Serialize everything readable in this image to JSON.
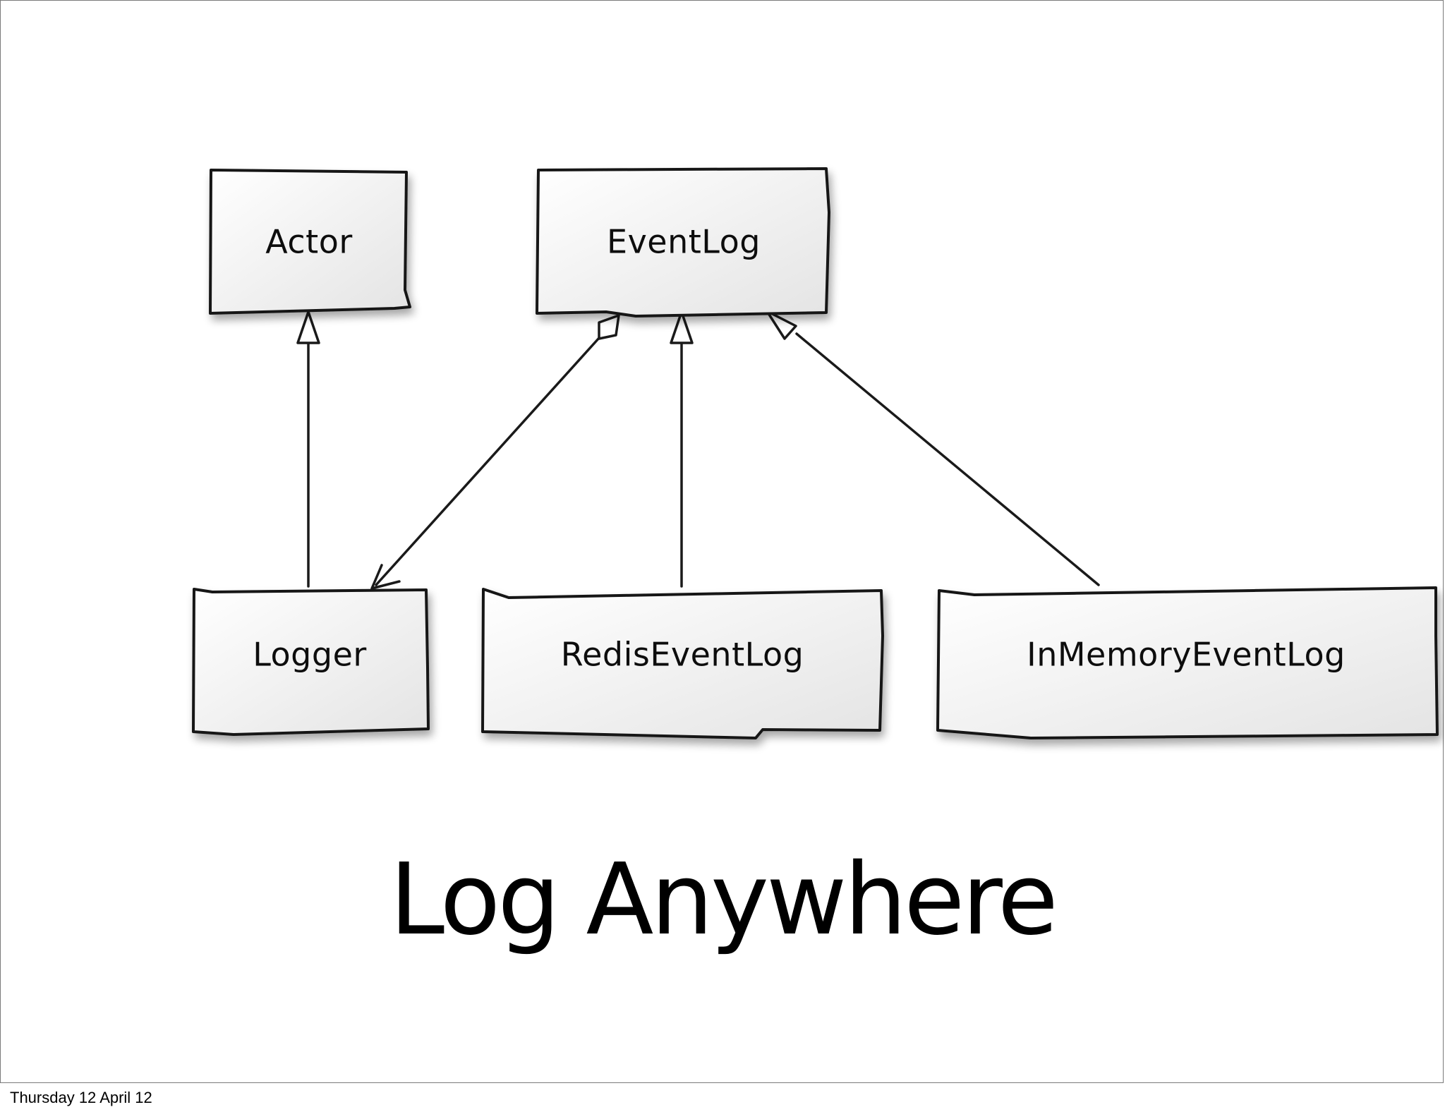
{
  "slide": {
    "title": "Log Anywhere",
    "footer": "Thursday 12 April 12"
  },
  "diagram": {
    "nodes": [
      {
        "id": "actor",
        "label": "Actor"
      },
      {
        "id": "eventlog",
        "label": "EventLog"
      },
      {
        "id": "logger",
        "label": "Logger"
      },
      {
        "id": "rediseventlog",
        "label": "RedisEventLog"
      },
      {
        "id": "inmemoryeventlog",
        "label": "InMemoryEventLog"
      }
    ],
    "edges": [
      {
        "from": "logger",
        "to": "actor",
        "kind": "inheritance"
      },
      {
        "from": "eventlog",
        "to": "logger",
        "kind": "aggregation"
      },
      {
        "from": "rediseventlog",
        "to": "eventlog",
        "kind": "inheritance"
      },
      {
        "from": "inmemoryeventlog",
        "to": "eventlog",
        "kind": "inheritance"
      }
    ]
  },
  "colors": {
    "box_fill_light": "#ffffff",
    "box_fill_dark": "#e6e6e6",
    "stroke": "#151515",
    "background": "#ffffff"
  }
}
